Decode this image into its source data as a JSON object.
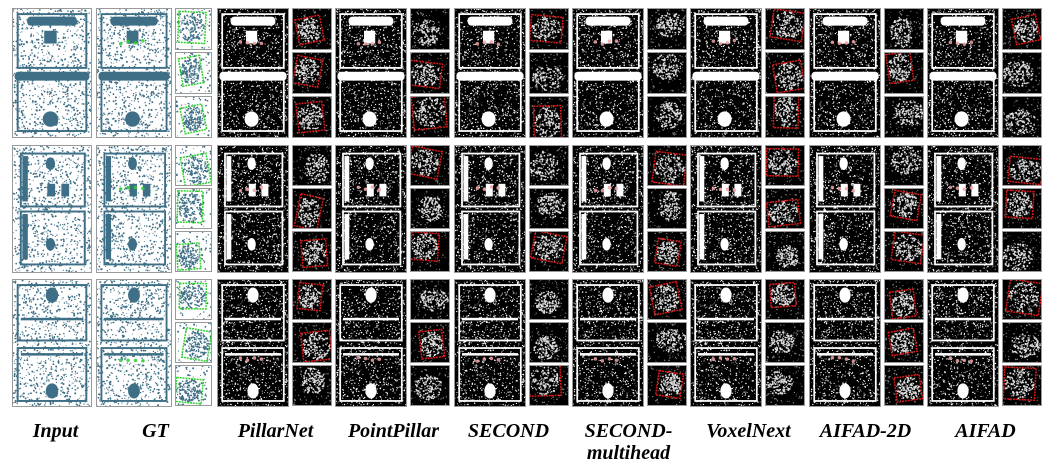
{
  "captions": [
    "Input",
    "GT",
    "PillarNet",
    "PointPillar",
    "SECOND",
    "SECOND-multihead",
    "VoxelNext",
    "AIFAD-2D",
    "AIFAD"
  ],
  "colors": {
    "input_points": "#3e6f86",
    "input_background": "#ffffff",
    "feature_background": "#000000",
    "feature_points": "#ffffff",
    "gt_box": "#2bd12b",
    "pred_box": "#e01818",
    "pred_highlight": "#f4a4a4"
  }
}
